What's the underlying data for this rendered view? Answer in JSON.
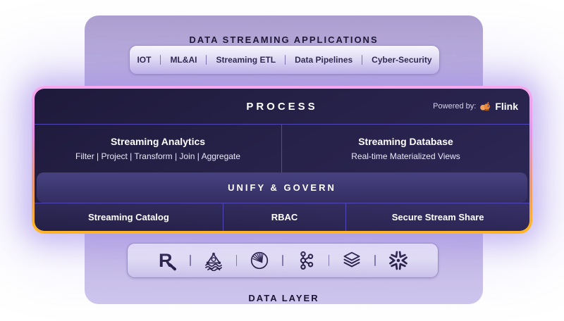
{
  "top_section": {
    "title": "DATA STREAMING APPLICATIONS",
    "apps": [
      "IOT",
      "ML&AI",
      "Streaming ETL",
      "Data Pipelines",
      "Cyber-Security"
    ]
  },
  "process_box": {
    "title": "PROCESS",
    "powered_by": {
      "label": "Powered by:",
      "brand": "Flink",
      "icon": "flink-squirrel-icon"
    },
    "columns": [
      {
        "title": "Streaming Analytics",
        "subtitle": "Filter | Project | Transform | Join | Aggregate"
      },
      {
        "title": "Streaming Database",
        "subtitle": "Real-time Materialized Views"
      }
    ],
    "band": "UNIFY & GOVERN",
    "footer": [
      "Streaming Catalog",
      "RBAC",
      "Secure Stream Share"
    ]
  },
  "bottom_section": {
    "title": "DATA LAYER",
    "logo_icons": [
      "redpanda-logo-icon",
      "buoy-logo-icon",
      "ray-burst-logo-icon",
      "kafka-logo-icon",
      "layers-logo-icon",
      "snowflake-logo-icon"
    ]
  },
  "colors": {
    "frame_border_top": "#f7a8ef",
    "frame_border_bottom": "#fdb32a",
    "panel_purple": "#c6bce5",
    "dark_box": "#241f47",
    "divider": "#5146b8",
    "icon_ink": "#201a3a",
    "flink_orange": "#e8873a"
  }
}
